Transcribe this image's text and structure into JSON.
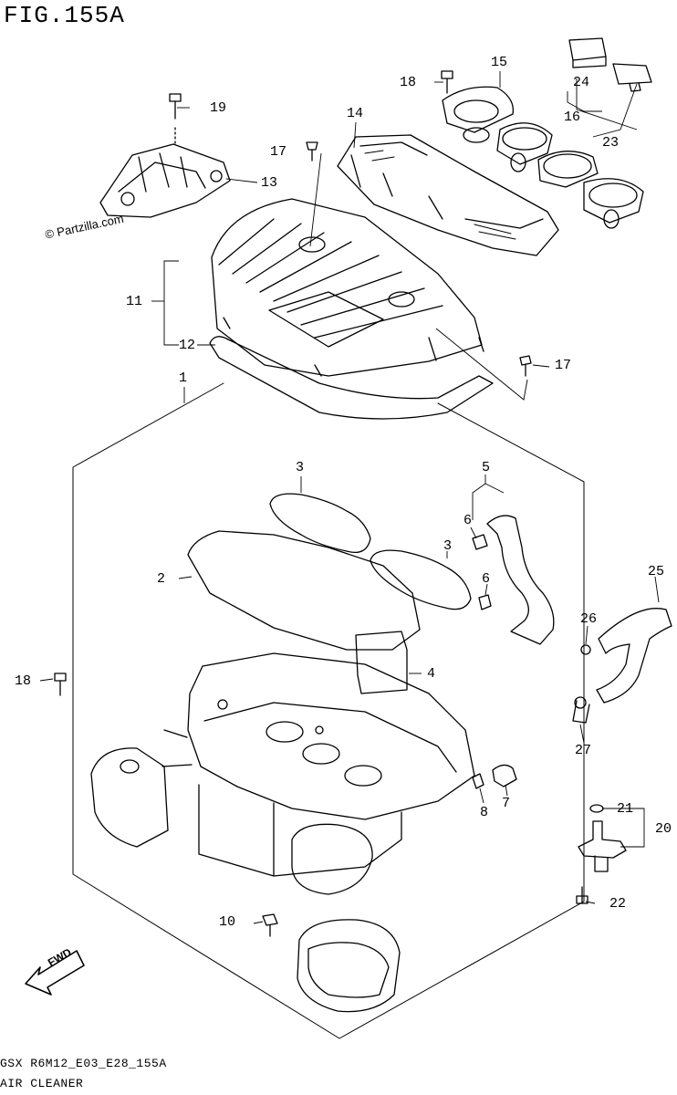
{
  "page": {
    "title": "FIG.155A",
    "watermark": "© Partzilla.com",
    "fwd_label": "FWD",
    "footer_code": "GSX R6M12_E03_E28_155A",
    "footer_name": "AIR CLEANER"
  },
  "callouts": [
    "1",
    "2",
    "3",
    "3",
    "4",
    "5",
    "6",
    "6",
    "7",
    "8",
    "10",
    "11",
    "12",
    "13",
    "14",
    "15",
    "16",
    "17",
    "17",
    "18",
    "18",
    "19",
    "20",
    "21",
    "22",
    "23",
    "24",
    "25",
    "26",
    "27"
  ],
  "colors": {
    "ink": "#000000",
    "background": "#ffffff"
  }
}
